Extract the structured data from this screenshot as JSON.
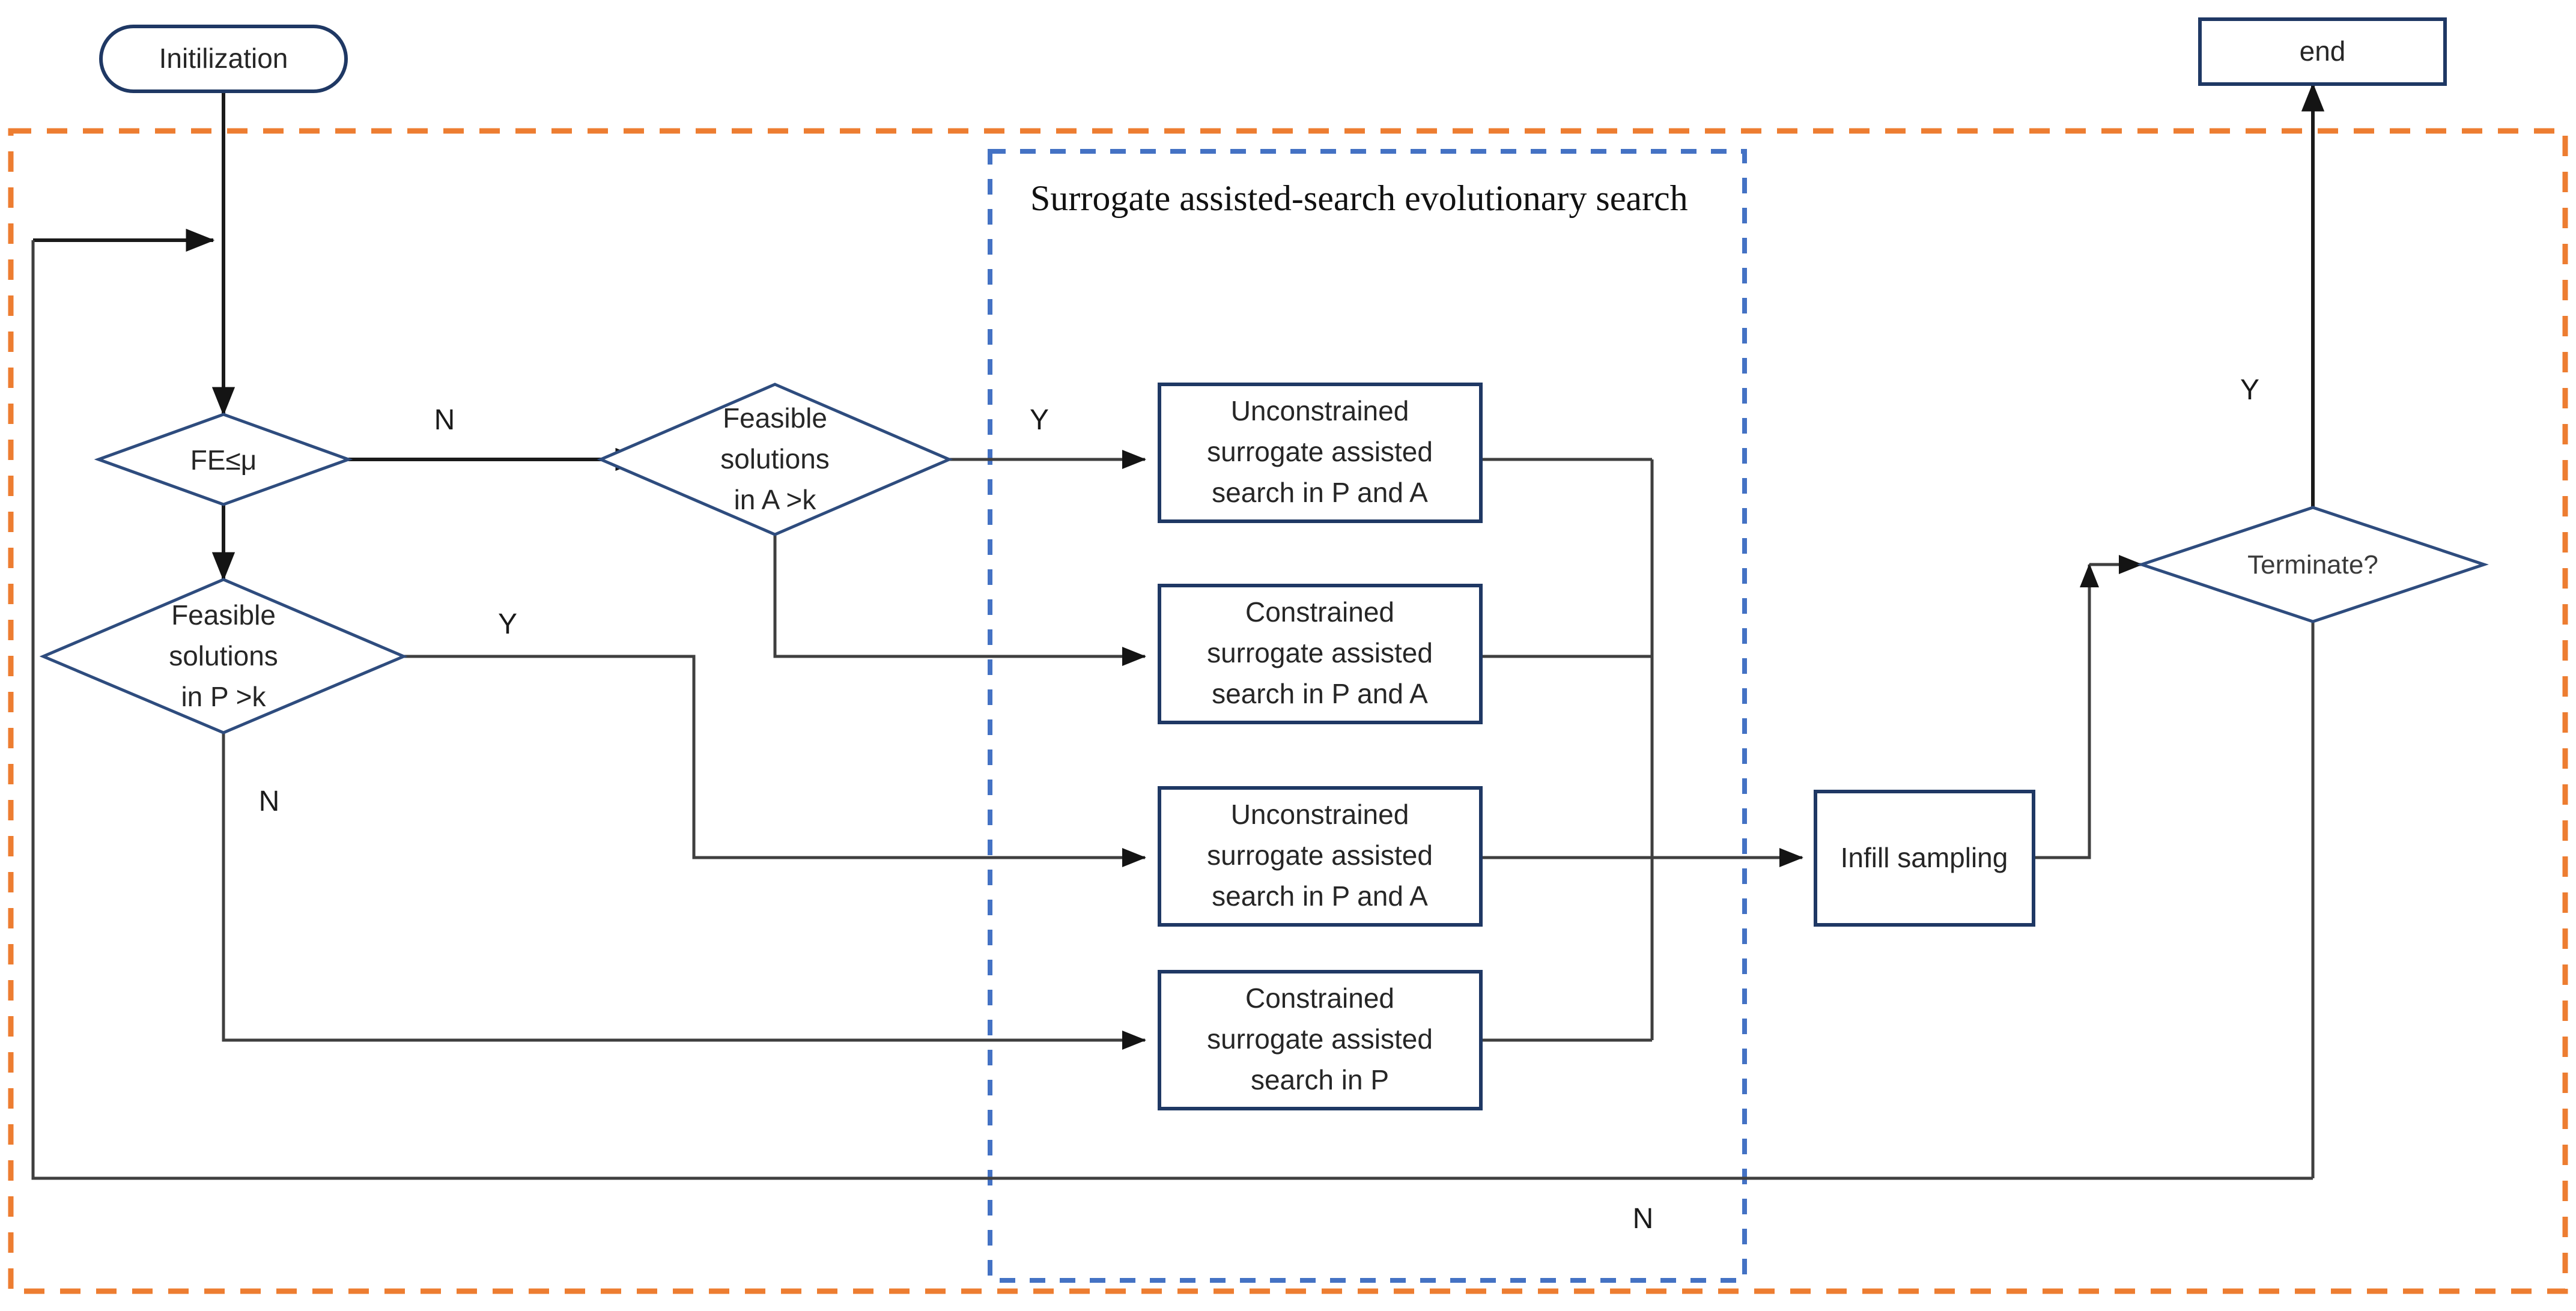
{
  "diagram": {
    "title": "Surrogate assisted evolutionary search flowchart",
    "colors": {
      "node_stroke": "#1F3864",
      "outer_frame": "#ED7D31",
      "inner_frame": "#4472C4",
      "connector": "#3f3f3f",
      "text": "#262626"
    },
    "groups": {
      "outer_frame_label": "",
      "inner_frame_title": "Surrogate assisted-search evolutionary search"
    },
    "nodes": {
      "start": {
        "label": "Initilization",
        "shape": "terminator"
      },
      "end": {
        "label": "end",
        "shape": "process"
      },
      "decision_fe": {
        "label": "FE≤μ",
        "shape": "decision"
      },
      "decision_p": {
        "line1": "Feasible",
        "line2": "solutions",
        "line3": "in P >k",
        "shape": "decision"
      },
      "decision_a": {
        "line1": "Feasible",
        "line2": "solutions",
        "line3": "in A >k",
        "shape": "decision"
      },
      "box1": {
        "line1": "Unconstrained",
        "line2": "surrogate assisted",
        "line3": "search in P and A",
        "shape": "process"
      },
      "box2": {
        "line1": "Constrained",
        "line2": "surrogate assisted",
        "line3": "search in P and A",
        "shape": "process"
      },
      "box3": {
        "line1": "Unconstrained",
        "line2": "surrogate assisted",
        "line3": "search in P and A",
        "shape": "process"
      },
      "box4": {
        "line1": "Constrained",
        "line2": "surrogate assisted",
        "line3": "search in P",
        "shape": "process"
      },
      "infill": {
        "label": "Infill sampling",
        "shape": "process"
      },
      "terminate": {
        "label": "Terminate?",
        "shape": "decision"
      }
    },
    "edge_labels": {
      "fe_no": "N",
      "p_yes": "Y",
      "p_no": "N",
      "a_yes": "Y",
      "terminate_yes": "Y",
      "terminate_no": "N"
    }
  }
}
